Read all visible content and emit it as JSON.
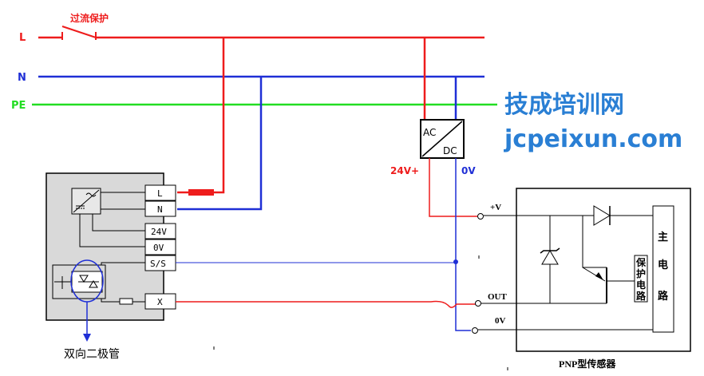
{
  "colors": {
    "red": "#ee1c1c",
    "blue": "#1f2fd6",
    "green": "#22dd22",
    "brand": "#2a7fd4",
    "panel": "#d9d9d9",
    "black": "#000000"
  },
  "mains": {
    "overcurrent_label": "过流保护",
    "line_l": "L",
    "line_n": "N",
    "line_pe": "PE"
  },
  "psu": {
    "ac_label": "AC",
    "dc_label": "DC",
    "plus_label": "24V+",
    "zero_label": "0V"
  },
  "brand": {
    "name_cn": "技成培训网",
    "url": "jcpeixun.com"
  },
  "controller": {
    "terminals": [
      "L",
      "N",
      "24V",
      "0V",
      "S/S",
      "X"
    ],
    "diode_caption": "双向二极管"
  },
  "sensor": {
    "title": "PNP型传感器",
    "pin_plus": "+V",
    "pin_out": "OUT",
    "pin_zero": "0V",
    "main_circuit": [
      "主",
      "电",
      "路"
    ],
    "protection_circuit": [
      "保",
      "护",
      "电",
      "路"
    ]
  }
}
